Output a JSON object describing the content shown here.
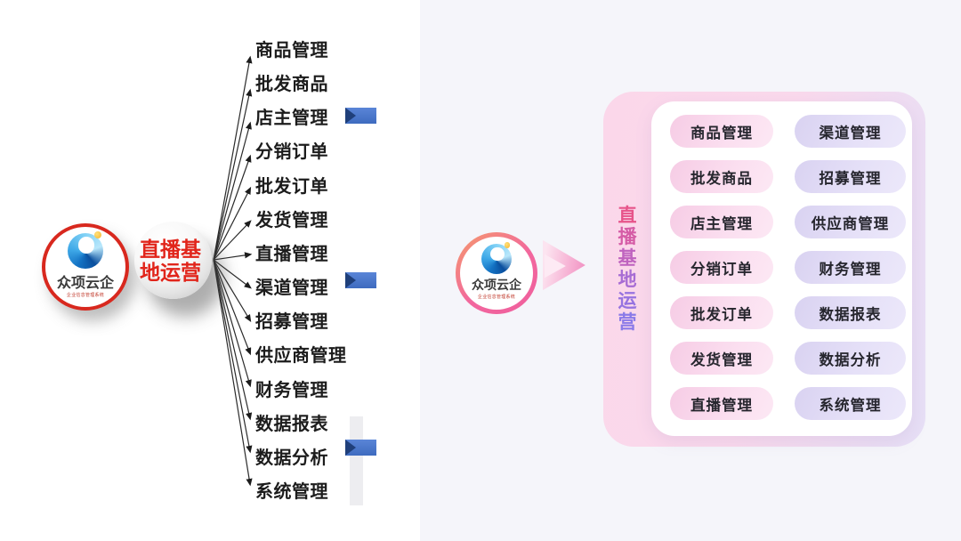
{
  "background": {
    "left": "#ffffff",
    "right": "#f5f5fa"
  },
  "logo": {
    "name": "众项云企",
    "tagline": "企业信息管理系统"
  },
  "mindmap": {
    "root_line1": "直播基",
    "root_line2": "地运营",
    "items": [
      "商品管理",
      "批发商品",
      "店主管理",
      "分销订单",
      "批发订单",
      "发货管理",
      "直播管理",
      "渠道管理",
      "招募管理",
      "供应商管理",
      "财务管理",
      "数据报表",
      "数据分析",
      "系统管理"
    ],
    "flagged_items": [
      "店主管理",
      "渠道管理",
      "数据分析"
    ]
  },
  "redesign": {
    "title": "直播基地运营",
    "title_chars": [
      "直",
      "播",
      "基",
      "地",
      "运",
      "营"
    ],
    "left_column": [
      "商品管理",
      "批发商品",
      "店主管理",
      "分销订单",
      "批发订单",
      "发货管理",
      "直播管理"
    ],
    "right_column": [
      "渠道管理",
      "招募管理",
      "供应商管理",
      "财务管理",
      "数据报表",
      "数据分析",
      "系统管理"
    ]
  },
  "colors": {
    "logo_ring_red": "#d8281e",
    "root_text_red": "#e1251b",
    "flag_blue": "#4472c4",
    "accent_pink": "#f2639c",
    "accent_purple": "#8a7ae8",
    "pill_pink": "#f6cce5",
    "pill_lavender": "#d9d2f1",
    "panel_pink": "#fbd7ea",
    "panel_lavender": "#e6dff6"
  }
}
